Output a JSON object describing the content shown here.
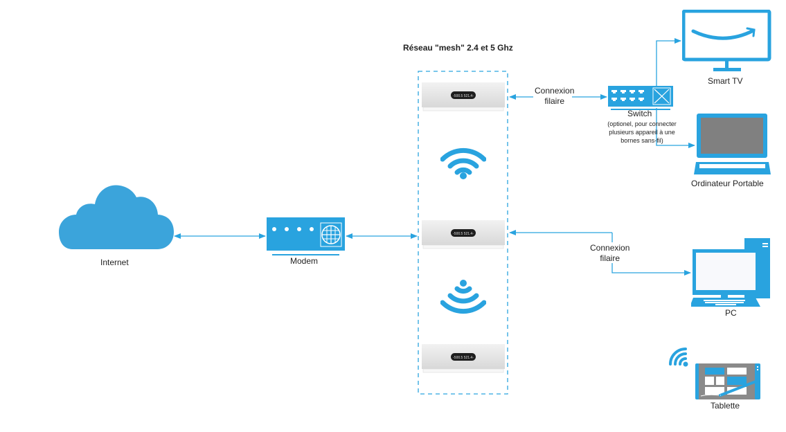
{
  "colors": {
    "accent": "#29A3DF",
    "cloud": "#3BA4DB",
    "screen_grey": "#808080",
    "device_silver": "#E6E6E6"
  },
  "mesh": {
    "title": "Réseau \"mesh\" 2.4 et 5 Ghz",
    "units": [
      {
        "name": "mesh-unit-top",
        "display": "-500.5  521.4-"
      },
      {
        "name": "mesh-unit-middle",
        "display": "-500.5  521.4-"
      },
      {
        "name": "mesh-unit-bottom",
        "display": "-500.5  521.4-"
      }
    ]
  },
  "internet": {
    "label": "Internet",
    "icon": "cloud-icon"
  },
  "modem": {
    "label": "Modem",
    "icon": "modem-icon"
  },
  "switch": {
    "label": "Switch",
    "note_line1": "(optionel, pour connecter",
    "note_line2": "plusieurs appareil à une",
    "note_line3": "bornes sans-fil)",
    "icon": "switch-icon"
  },
  "connections": {
    "wired_top_line1": "Connexion",
    "wired_top_line2": "filaire",
    "wired_pc_line1": "Connexion",
    "wired_pc_line2": "filaire"
  },
  "devices": {
    "smart_tv": {
      "label": "Smart TV",
      "icon": "tv-icon"
    },
    "laptop": {
      "label": "Ordinateur Portable",
      "icon": "laptop-icon"
    },
    "pc": {
      "label": "PC",
      "icon": "desktop-pc-icon"
    },
    "tablet": {
      "label": "Tablette",
      "icon": "tablet-icon"
    }
  }
}
